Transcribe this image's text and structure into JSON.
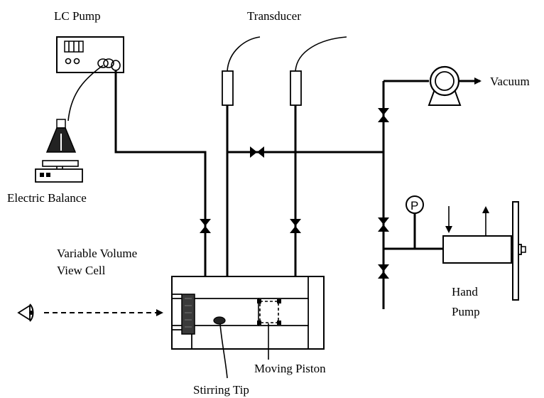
{
  "labels": {
    "lc_pump": "LC Pump",
    "transducer": "Transducer",
    "vacuum": "Vacuum",
    "electric_balance": "Electric Balance",
    "view_cell_line1": "Variable Volume",
    "view_cell_line2": "View Cell",
    "hand_pump_line1": "Hand",
    "hand_pump_line2": "Pump",
    "moving_piston": "Moving Piston",
    "stirring_tip": "Stirring Tip",
    "pressure_gauge": "P"
  }
}
